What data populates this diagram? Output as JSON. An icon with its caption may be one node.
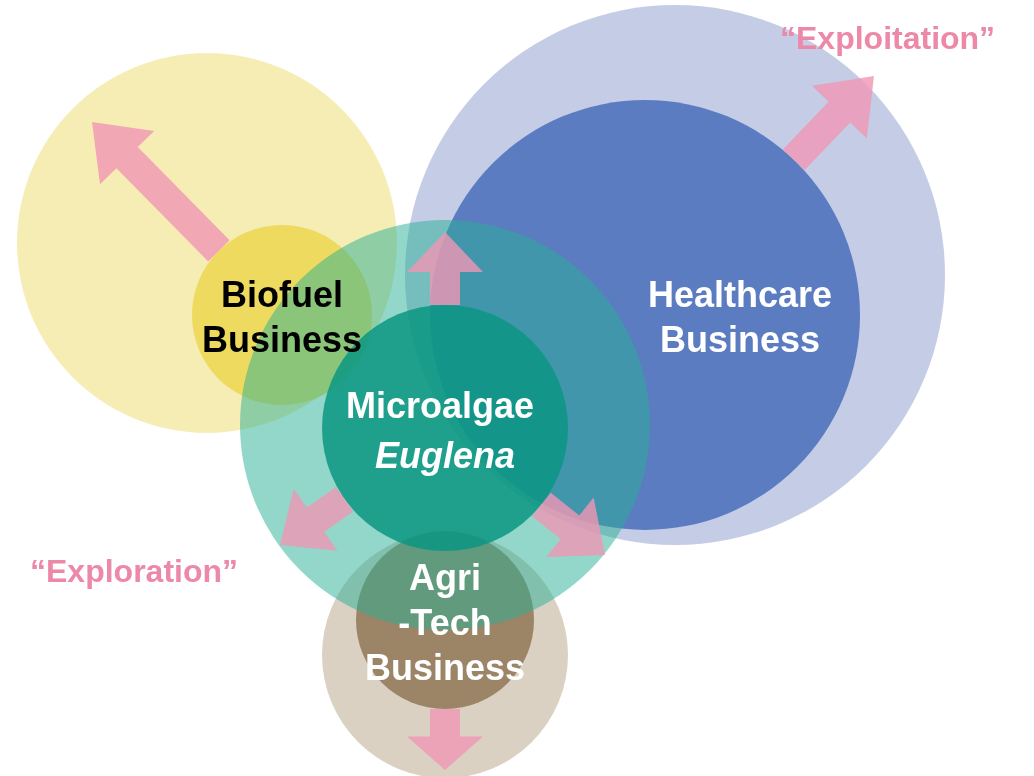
{
  "diagram": {
    "nodes": [
      {
        "text": [],
        "shape": "circle"
      },
      {
        "text": [
          "Biofuel Business"
        ],
        "in": 0
      },
      {
        "text": [],
        "shape": "circle"
      },
      {
        "text": [
          "Healthcare Business"
        ],
        "in": 2
      },
      {
        "text": [],
        "shape": "circle"
      },
      {
        "text": [
          "Microalgae",
          "Euglena"
        ],
        "in": 4
      },
      {
        "text": [],
        "shape": "circle"
      },
      {
        "text": [
          "Agri -Tech Business"
        ],
        "in": 6
      }
    ],
    "edges": [
      {
        "from": 1,
        "to": null,
        "arrow": "to"
      },
      {
        "from": 3,
        "to": null,
        "arrow": "to"
      },
      {
        "from": 5,
        "to": null,
        "arrow": "to"
      },
      {
        "from": 5,
        "to": null,
        "arrow": "to"
      },
      {
        "from": 5,
        "to": null,
        "arrow": "to"
      },
      {
        "from": 7,
        "to": null,
        "arrow": "to"
      }
    ],
    "labels": [
      "“Exploitation”",
      "“Exploration”"
    ]
  }
}
